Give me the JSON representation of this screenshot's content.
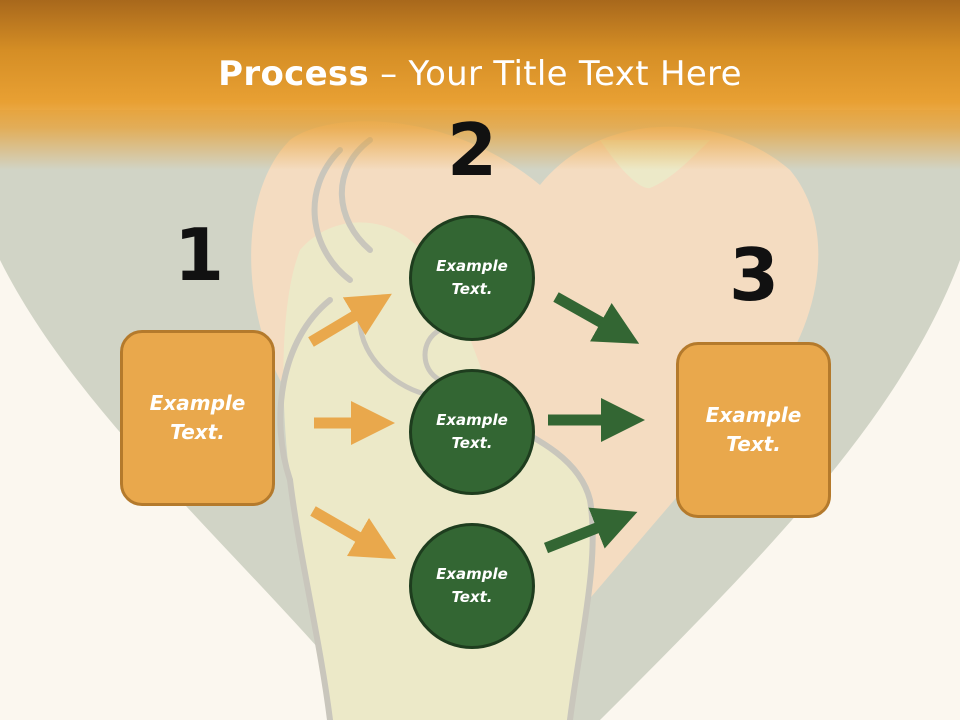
{
  "title": {
    "bold": "Process",
    "rest": " – Your Title Text Here"
  },
  "steps": [
    {
      "number": "1",
      "box_text": "Example Text."
    },
    {
      "number": "2",
      "circles": [
        "Example Text.",
        "Example Text.",
        "Example Text."
      ]
    },
    {
      "number": "3",
      "box_text": "Example Text."
    }
  ],
  "colors": {
    "header": "#e8a033",
    "box_fill": "#e9a84c",
    "box_border": "#b47a2c",
    "circle_fill": "#336633",
    "circle_border": "#1e3d1e",
    "orange_arrow": "#e9a84c",
    "green_arrow": "#336633",
    "background": "#fbf7ef"
  }
}
